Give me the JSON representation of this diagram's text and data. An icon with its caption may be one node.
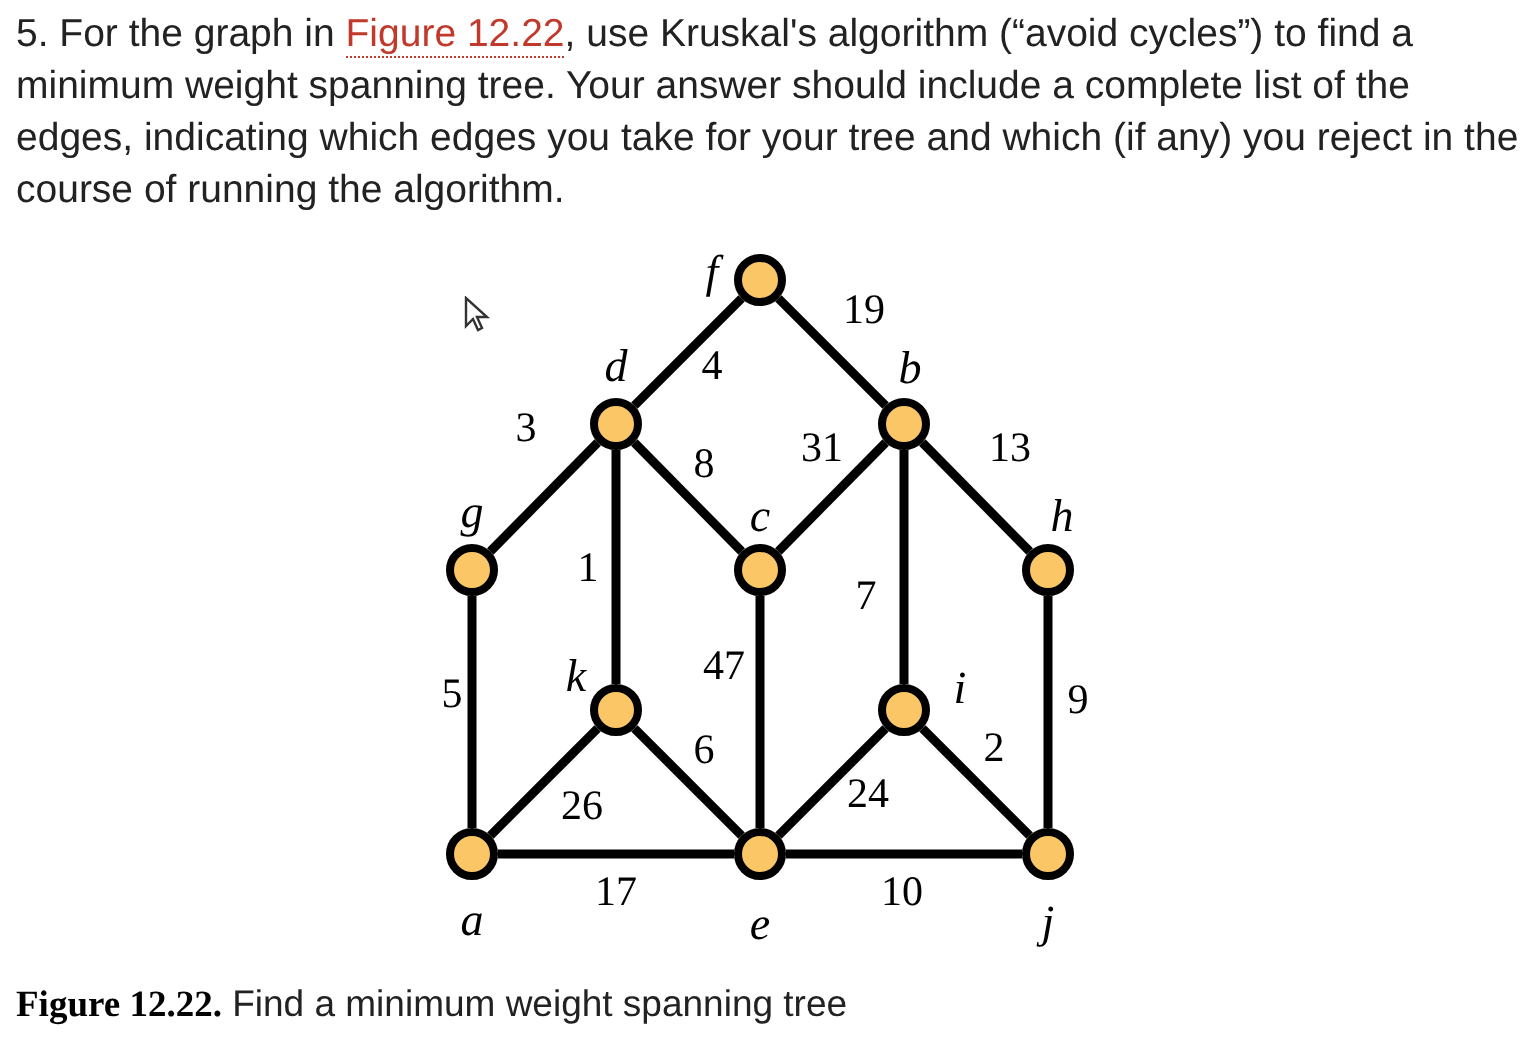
{
  "diagram": {
    "caption": "**Figure 12.22.** Find a minimum weight spanning tree",
    "nodes": [
      {
        "text": [],
        "shape": "circle",
        "beside": [
          "f"
        ]
      },
      {
        "text": [],
        "shape": "circle",
        "beside": [
          "d"
        ]
      },
      {
        "text": [],
        "shape": "circle",
        "beside": [
          "b"
        ]
      },
      {
        "text": [],
        "shape": "circle",
        "beside": [
          "g"
        ]
      },
      {
        "text": [],
        "shape": "circle",
        "beside": [
          "c"
        ]
      },
      {
        "text": [],
        "shape": "circle",
        "beside": [
          "h"
        ]
      },
      {
        "text": [],
        "shape": "circle",
        "beside": [
          "k"
        ]
      },
      {
        "text": [],
        "shape": "circle",
        "beside": [
          "i"
        ]
      },
      {
        "text": [],
        "shape": "circle",
        "beside": [
          "a"
        ]
      },
      {
        "text": [],
        "shape": "circle",
        "beside": [
          "e"
        ]
      },
      {
        "text": [],
        "shape": "circle",
        "beside": [
          "j"
        ]
      }
    ],
    "edges": [
      {
        "from": 0,
        "to": 1,
        "arrow": "none",
        "label": "4"
      },
      {
        "from": 0,
        "to": 2,
        "arrow": "none",
        "label": "19"
      },
      {
        "from": 1,
        "to": 3,
        "arrow": "none",
        "label": "3"
      },
      {
        "from": 1,
        "to": 4,
        "arrow": "none",
        "label": "8"
      },
      {
        "from": 1,
        "to": 6,
        "arrow": "none",
        "label": "1"
      },
      {
        "from": 2,
        "to": 4,
        "arrow": "none",
        "label": "31"
      },
      {
        "from": 2,
        "to": 5,
        "arrow": "none",
        "label": "13"
      },
      {
        "from": 2,
        "to": 7,
        "arrow": "none",
        "label": "7"
      },
      {
        "from": 3,
        "to": 8,
        "arrow": "none",
        "label": "5"
      },
      {
        "from": 4,
        "to": 9,
        "arrow": "none",
        "label": "47"
      },
      {
        "from": 6,
        "to": 8,
        "arrow": "none",
        "label": "26"
      },
      {
        "from": 6,
        "to": 9,
        "arrow": "none",
        "label": "6"
      },
      {
        "from": 7,
        "to": 9,
        "arrow": "none",
        "label": "24"
      },
      {
        "from": 7,
        "to": 10,
        "arrow": "none",
        "label": "2"
      },
      {
        "from": 5,
        "to": 10,
        "arrow": "none",
        "label": "9"
      },
      {
        "from": 8,
        "to": 9,
        "arrow": "none",
        "label": "17"
      },
      {
        "from": 9,
        "to": 10,
        "arrow": "none",
        "label": "10"
      }
    ],
    "labels": [
      "5. For the graph in",
      "Figure 12.22",
      ", use Kruskal's algorithm (“avoid cycles”) to find a minimum weight spanning tree. Your answer should include a complete list of the edges, indicating which edges you take for your tree and which (if any) you reject in the course of running the algorithm."
    ]
  }
}
